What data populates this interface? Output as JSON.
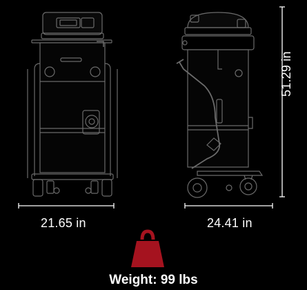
{
  "dimensions": {
    "width_label": "21.65 in",
    "depth_label": "24.41 in",
    "height_label": "51.29 in"
  },
  "weight": {
    "label": "Weight: 99 lbs",
    "icon": "weight-icon",
    "icon_color": "#a5131f"
  },
  "colors": {
    "background": "#000000",
    "line": "#ffffff",
    "outline": "#6b6b6b"
  },
  "views": {
    "front": "front-view-drawing",
    "side": "side-view-drawing"
  }
}
